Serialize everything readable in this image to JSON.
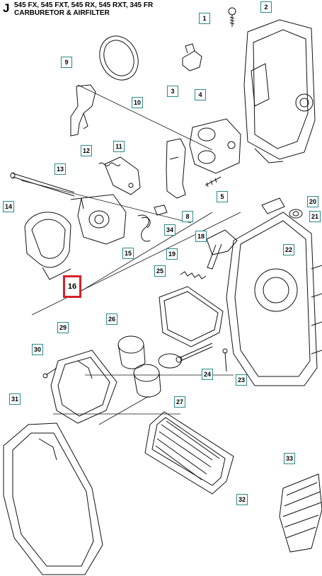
{
  "header": {
    "letter": "J",
    "models": "545 FX, 545 FXT, 545 RX, 545 RXT, 345 FR",
    "section": "CARBURETOR & AIRFILTER"
  },
  "callouts": [
    "1",
    "2",
    "3",
    "4",
    "5",
    "8",
    "9",
    "10",
    "11",
    "12",
    "13",
    "14",
    "15",
    "16",
    "18",
    "19",
    "20",
    "21",
    "22",
    "23",
    "24",
    "25",
    "26",
    "27",
    "29",
    "30",
    "31",
    "32",
    "33",
    "34"
  ],
  "highlighted_callout": "16",
  "colors": {
    "callout_border": "#2a8a8a",
    "highlight": "#d4202a",
    "ink": "#000000"
  }
}
